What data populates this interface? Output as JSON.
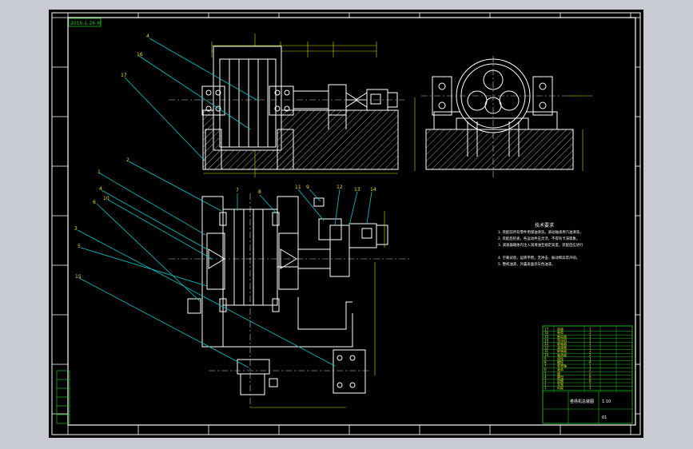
{
  "title_tag": "2016-1-26-M",
  "notes": {
    "heading": "技术要求",
    "lines": [
      "1. 装配前所有零件用煤油清洗，滚动轴承用汽油清洗，",
      "2. 装配后检查，各运动件应灵活，不得有卡滞现象。",
      "3. 减速器箱体内注入润滑油至规定高度，装配后应进行",
      "4. 空载试验，运转平稳，无冲击、振动和异常声响。",
      "5. 整机油漆，外露表面涂灰色油漆。"
    ]
  },
  "top_view_labels": [
    "4",
    "16",
    "17"
  ],
  "plan_view_labels": [
    "2",
    "1",
    "4",
    "10",
    "6",
    "3",
    "5",
    "15",
    "7",
    "8",
    "11",
    "9",
    "12",
    "13",
    "14"
  ],
  "bom_rows": [
    [
      "17",
      "底座",
      "1"
    ],
    [
      "16",
      "卷筒",
      "1"
    ],
    [
      "15",
      "制动器",
      "1"
    ],
    [
      "14",
      "电动机",
      "1"
    ],
    [
      "13",
      "联轴器",
      "1"
    ],
    [
      "12",
      "减速器",
      "1"
    ],
    [
      "11",
      "联轴器",
      "1"
    ],
    [
      "10",
      "轴承座",
      "2"
    ],
    [
      "9",
      "齿轮",
      "1"
    ],
    [
      "8",
      "螺栓",
      "8"
    ],
    [
      "7",
      "卷筒轴",
      "1"
    ],
    [
      "6",
      "轴承",
      "2"
    ],
    [
      "5",
      "键",
      "2"
    ],
    [
      "4",
      "螺母",
      "8"
    ],
    [
      "3",
      "垫圈",
      "8"
    ],
    [
      "2",
      "支架",
      "2"
    ],
    [
      "1",
      "机架",
      "1"
    ]
  ],
  "title_block": {
    "drawing_name": "卷扬机总装图",
    "scale": "1:10",
    "sheet": "01"
  },
  "colors": {
    "background": "#000000",
    "frame": "#ffffff",
    "leader": "#00c8c8",
    "label": "#e0e020",
    "centerline": "#d0d0d0",
    "dimension": "#d8d800",
    "hatch": "#a0a0a0",
    "table": "#20c020",
    "accent": "#ff3030"
  }
}
